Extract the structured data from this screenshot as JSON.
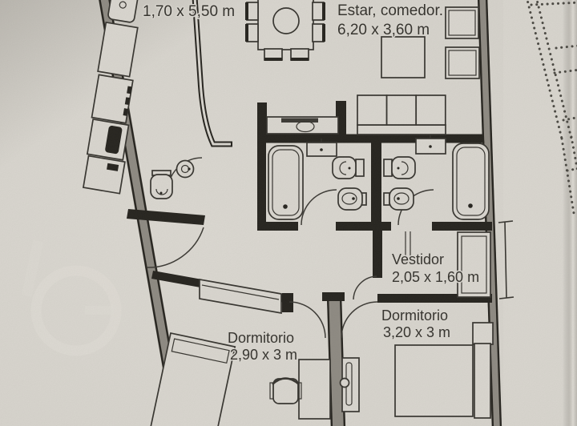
{
  "meta": {
    "title": "Apartment floor plan (photo of printed plan)"
  },
  "colors": {
    "paper": "#d8d5ce",
    "ink": "#24221d",
    "wall_core": "#8f8b83",
    "label_text": "#33312c"
  },
  "rooms": [
    {
      "id": "kitchen",
      "name": "",
      "dimensions": "1,70 x 5,50 m"
    },
    {
      "id": "living_dining",
      "name": "Estar, comedor.",
      "dimensions": "6,20 x 3,60 m"
    },
    {
      "id": "vestidor",
      "name": "Vestidor",
      "dimensions": "2,05 x 1,60 m"
    },
    {
      "id": "bedroom_right",
      "name": "Dormitorio",
      "dimensions": "3,20 x 3 m"
    },
    {
      "id": "bedroom_left",
      "name": "Dormitorio",
      "dimensions": "2,90 x 3 m"
    }
  ],
  "fixtures": [
    "dining-table",
    "dining-chairs",
    "sofa",
    "armchairs",
    "coffee-table",
    "kitchen-appliances",
    "vanity-counter",
    "wc-basin",
    "wc-toilet",
    "bathtub",
    "bathroom-sink",
    "toilet",
    "bidet",
    "wardrobe",
    "bed",
    "nightstand",
    "desk",
    "office-chair"
  ]
}
